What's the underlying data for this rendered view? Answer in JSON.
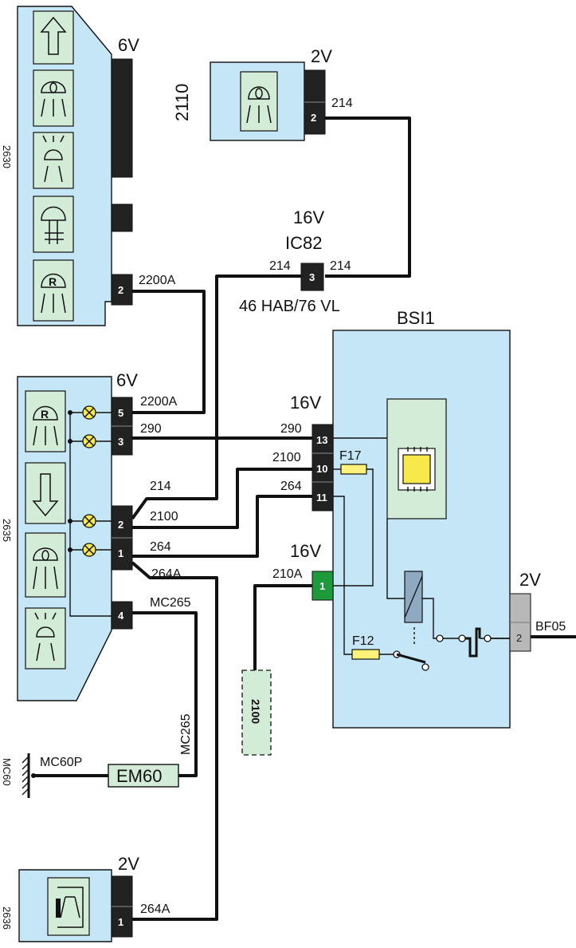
{
  "colors": {
    "component_fill": "#c5e6f6",
    "icon_fill": "#d3ecd7",
    "connector_dark": "#222222",
    "connector_green": "#1e9a3c",
    "connector_grey": "#b8b8b8",
    "fuse_yellow": "#fff27a",
    "led_yellow": "#f7e94a",
    "wire": "#111111"
  },
  "components": {
    "c2630": {
      "id": "2630",
      "voltage": "6V",
      "pin": "2",
      "wire": "2200A",
      "icons": [
        "arrow-up-icon",
        "headlamp-icon",
        "fog-lamp-icon",
        "rear-fog-icon",
        "rear-lamp-icon"
      ]
    },
    "c2110": {
      "id": "2110",
      "voltage": "2V",
      "pin": "2",
      "wire": "214",
      "icon": "headlamp-icon"
    },
    "ic82": {
      "id": "IC82",
      "voltage": "16V",
      "pin": "3",
      "wire_left": "214",
      "wire_right": "214",
      "note": "46 HAB/76 VL"
    },
    "c2635": {
      "id": "2635",
      "voltage": "6V",
      "pins": [
        "5",
        "3",
        "2",
        "1",
        "4"
      ],
      "wires": [
        "2200A",
        "290",
        "214",
        "2100",
        "264",
        "264A",
        "MC265"
      ],
      "icons": [
        "rear-lamp-icon",
        "arrow-down-icon",
        "headlamp-icon",
        "fog-lamp-icon"
      ]
    },
    "bsi1": {
      "id": "BSI1",
      "voltage": "16V",
      "pins": [
        "13",
        "10",
        "11"
      ],
      "wires": [
        "290",
        "2100",
        "264"
      ],
      "fuses": [
        "F17",
        "F12"
      ],
      "lower_voltage": "16V",
      "lower_pin": "1",
      "lower_wire": "210A",
      "right_voltage": "2V",
      "right_pin": "2",
      "right_wire": "BF05"
    },
    "c2100": {
      "id": "2100"
    },
    "em60": {
      "id": "EM60",
      "wire_in": "MC265",
      "wire_out": "MC60P",
      "ground": "MC60"
    },
    "c2636": {
      "id": "2636",
      "voltage": "2V",
      "pin": "1",
      "wire": "264A",
      "icon": "horn-icon"
    }
  }
}
